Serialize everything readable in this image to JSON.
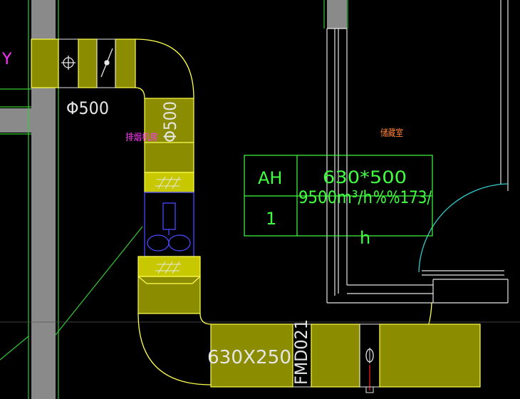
{
  "colors": {
    "background": "#000000",
    "duct_fill": "#8c8c00",
    "duct_outline": "#ffff4d",
    "wall_gray": "#8a8a8a",
    "green_line": "#33cc33",
    "blue_line": "#4848ff",
    "white_line": "#ffffff",
    "cyan_door": "#33cccc",
    "label_white": "#e6e6e6",
    "label_magenta": "#ff33ff",
    "label_orange": "#ff8033",
    "table_green": "#40ff40",
    "axis_red": "#ff2020"
  },
  "labels": {
    "left_edge_letter": "Y",
    "duct_diameter_horizontal": "Φ500",
    "duct_diameter_vertical": "Φ500",
    "fan_room_label": "排烟机房",
    "storage_room_label": "储藏室",
    "duct_size_bottom": "630X250",
    "damper_tag": "FMD021"
  },
  "equipment_table": {
    "tag": "AH",
    "size": "630*500",
    "airflow": "9500m³/h",
    "overflow_text": "%%173/",
    "unit_suffix": "h",
    "count": "1"
  },
  "icons": {
    "damper": "butterfly-damper-icon",
    "fan": "fan-icon",
    "filter": "filter-hatch-icon"
  }
}
